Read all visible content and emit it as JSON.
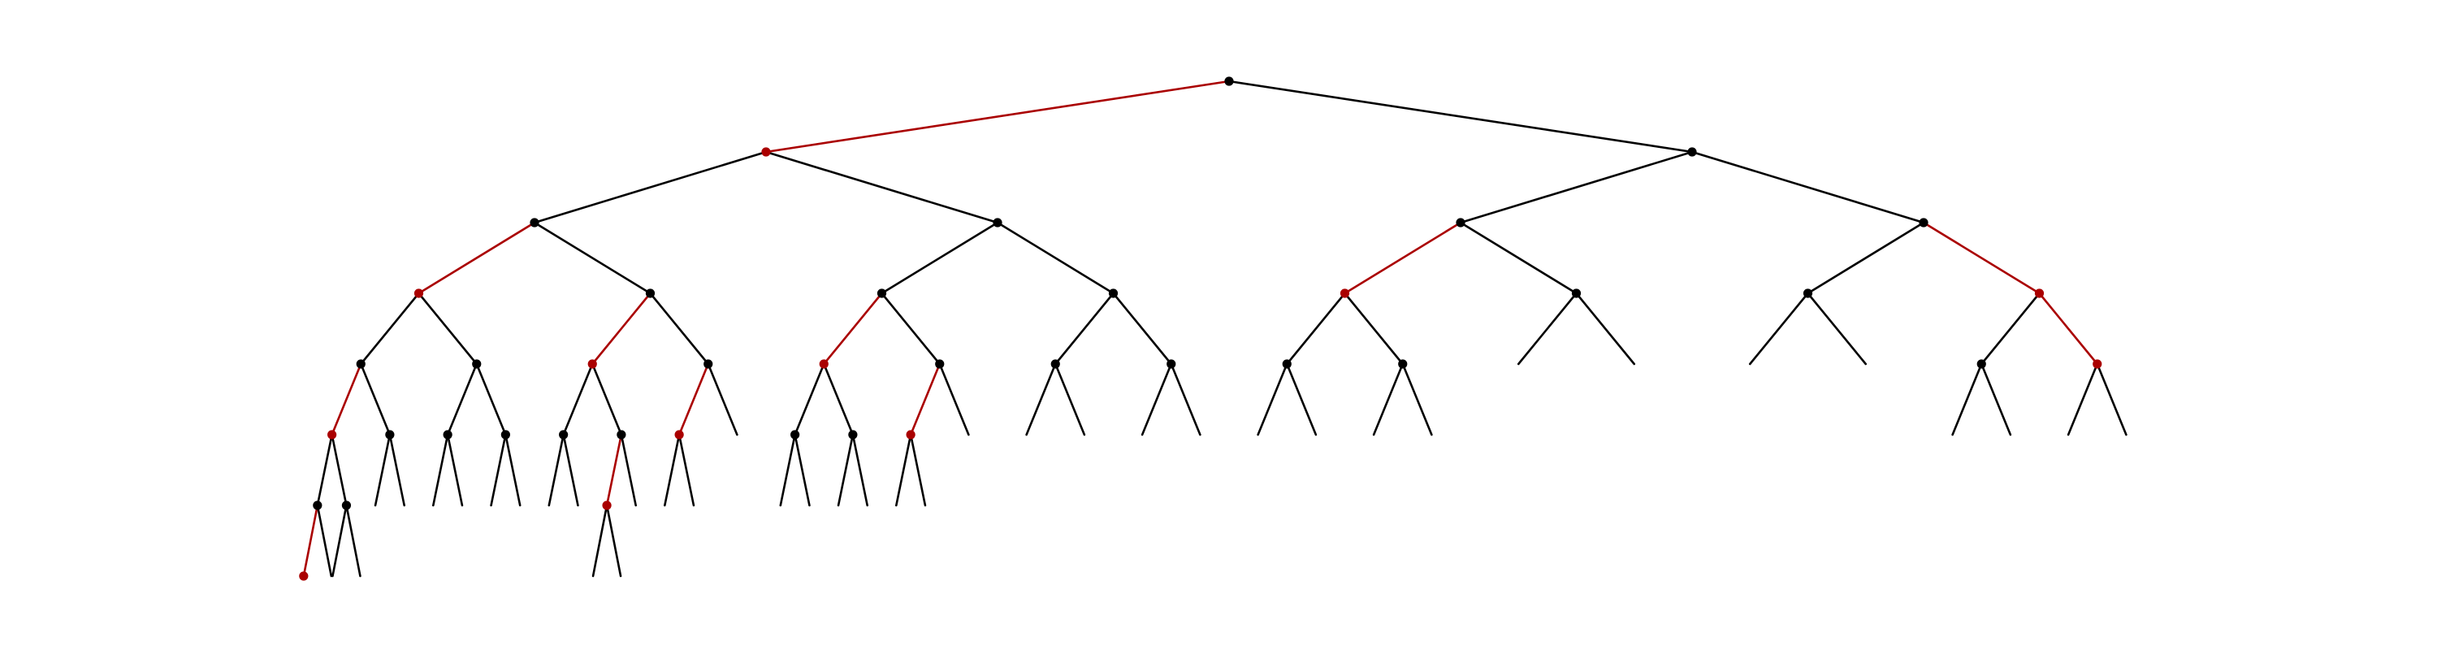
{
  "diagram": {
    "type": "binary-tree",
    "colors": {
      "background": "#ffffff",
      "default": "#000000",
      "highlight": "#aa0000"
    },
    "root": {
      "id": "root",
      "children": [
        {
          "id": "L",
          "highlight": true,
          "children": [
            {
              "id": "LL",
              "children": [
                {
                  "id": "LLL",
                  "highlight": true,
                  "children": [
                    {
                      "id": "LLLL",
                      "children": [
                        {
                          "id": "LLLLL",
                          "highlight": true,
                          "children": [
                            {
                              "id": "LLLLLL",
                              "children": [
                                {
                                  "id": "LLLLLLL",
                                  "highlight": true
                                },
                                {
                                  "id": "LLLLLLR",
                                  "dot": false
                                }
                              ]
                            },
                            {
                              "id": "LLLLLR",
                              "children": [
                                {
                                  "id": "LLLLLRL",
                                  "dot": false
                                },
                                {
                                  "id": "LLLLLRR",
                                  "dot": false
                                }
                              ]
                            }
                          ]
                        },
                        {
                          "id": "LLLLR",
                          "children": [
                            {
                              "id": "LLLLRL",
                              "dot": false
                            },
                            {
                              "id": "LLLLRR",
                              "dot": false
                            }
                          ]
                        }
                      ]
                    },
                    {
                      "id": "LLLR",
                      "children": [
                        {
                          "id": "LLLRL",
                          "children": [
                            {
                              "id": "LLLRLL",
                              "dot": false
                            },
                            {
                              "id": "LLLRLR",
                              "dot": false
                            }
                          ]
                        },
                        {
                          "id": "LLLRR",
                          "children": [
                            {
                              "id": "LLLRRL",
                              "dot": false
                            },
                            {
                              "id": "LLLRRR",
                              "dot": false
                            }
                          ]
                        }
                      ]
                    }
                  ]
                },
                {
                  "id": "LLR",
                  "children": [
                    {
                      "id": "LLRL",
                      "highlight": true,
                      "children": [
                        {
                          "id": "LLRLL",
                          "children": [
                            {
                              "id": "LLRLLL",
                              "dot": false
                            },
                            {
                              "id": "LLRLLR",
                              "dot": false
                            }
                          ]
                        },
                        {
                          "id": "LLRLR",
                          "children": [
                            {
                              "id": "LLRLRL",
                              "highlight": true,
                              "children": [
                                {
                                  "id": "LLRLRLL",
                                  "dot": false
                                },
                                {
                                  "id": "LLRLRLR",
                                  "dot": false
                                }
                              ]
                            },
                            {
                              "id": "LLRLRR",
                              "dot": false
                            }
                          ]
                        }
                      ]
                    },
                    {
                      "id": "LLRR",
                      "children": [
                        {
                          "id": "LLRRL",
                          "highlight": true,
                          "children": [
                            {
                              "id": "LLRRLL",
                              "dot": false
                            },
                            {
                              "id": "LLRRLR",
                              "dot": false
                            }
                          ]
                        },
                        {
                          "id": "LLRRR",
                          "dot": false
                        }
                      ]
                    }
                  ]
                }
              ]
            },
            {
              "id": "LR",
              "children": [
                {
                  "id": "LRL",
                  "children": [
                    {
                      "id": "LRLL",
                      "highlight": true,
                      "children": [
                        {
                          "id": "LRLLL",
                          "children": [
                            {
                              "id": "LRLLLL",
                              "dot": false
                            },
                            {
                              "id": "LRLLLR",
                              "dot": false
                            }
                          ]
                        },
                        {
                          "id": "LRLLR",
                          "children": [
                            {
                              "id": "LRLLRL",
                              "dot": false
                            },
                            {
                              "id": "LRLLRR",
                              "dot": false
                            }
                          ]
                        }
                      ]
                    },
                    {
                      "id": "LRLR",
                      "children": [
                        {
                          "id": "LRLRL",
                          "highlight": true,
                          "children": [
                            {
                              "id": "LRLRLL",
                              "dot": false
                            },
                            {
                              "id": "LRLRLR",
                              "dot": false
                            }
                          ]
                        },
                        {
                          "id": "LRLRR",
                          "dot": false
                        }
                      ]
                    }
                  ]
                },
                {
                  "id": "LRR",
                  "children": [
                    {
                      "id": "LRRL",
                      "children": [
                        {
                          "id": "LRRLL",
                          "dot": false
                        },
                        {
                          "id": "LRRLR",
                          "dot": false
                        }
                      ]
                    },
                    {
                      "id": "LRRR",
                      "children": [
                        {
                          "id": "LRRRL",
                          "dot": false
                        },
                        {
                          "id": "LRRRR",
                          "dot": false
                        }
                      ]
                    }
                  ]
                }
              ]
            }
          ]
        },
        {
          "id": "R",
          "children": [
            {
              "id": "RL",
              "children": [
                {
                  "id": "RLL",
                  "highlight": true,
                  "children": [
                    {
                      "id": "RLLL",
                      "children": [
                        {
                          "id": "RLLLL",
                          "dot": false
                        },
                        {
                          "id": "RLLLR",
                          "dot": false
                        }
                      ]
                    },
                    {
                      "id": "RLLR",
                      "children": [
                        {
                          "id": "RLLRL",
                          "dot": false
                        },
                        {
                          "id": "RLLRR",
                          "dot": false
                        }
                      ]
                    }
                  ]
                },
                {
                  "id": "RLR",
                  "children": [
                    {
                      "id": "RLRL",
                      "dot": false
                    },
                    {
                      "id": "RLRR",
                      "dot": false
                    }
                  ]
                }
              ]
            },
            {
              "id": "RR",
              "children": [
                {
                  "id": "RRL",
                  "children": [
                    {
                      "id": "RRLL",
                      "dot": false
                    },
                    {
                      "id": "RRLR",
                      "dot": false
                    }
                  ]
                },
                {
                  "id": "RRR",
                  "highlight": true,
                  "children": [
                    {
                      "id": "RRRL",
                      "children": [
                        {
                          "id": "RRRLL",
                          "dot": false
                        },
                        {
                          "id": "RRRLR",
                          "dot": false
                        }
                      ]
                    },
                    {
                      "id": "RRRR",
                      "highlight": true,
                      "children": [
                        {
                          "id": "RRRRL",
                          "dot": false
                        },
                        {
                          "id": "RRRRR",
                          "dot": false
                        }
                      ]
                    }
                  ]
                }
              ]
            }
          ]
        }
      ]
    }
  }
}
